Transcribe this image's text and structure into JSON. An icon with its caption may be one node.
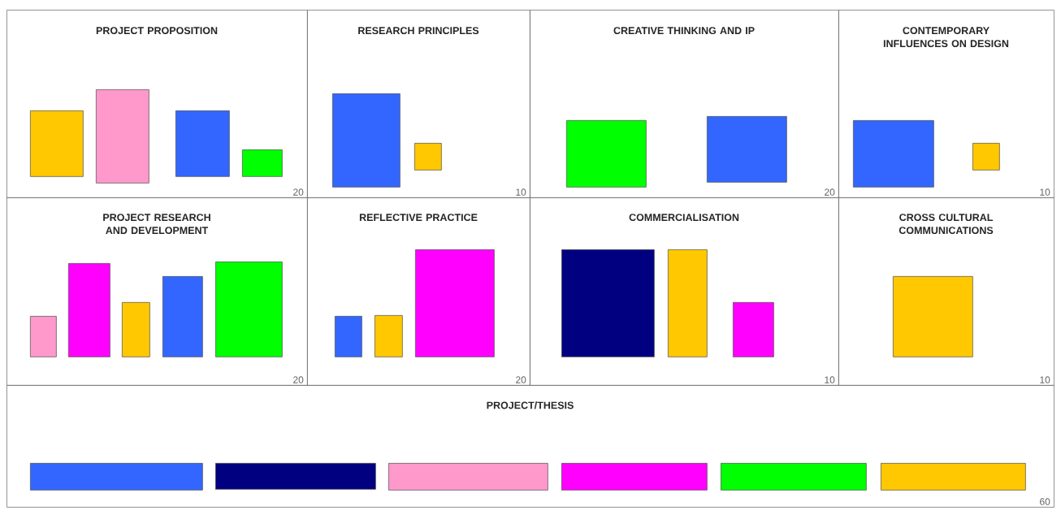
{
  "diagram": {
    "nodes": [
      {
        "text": [
          "PROJECT PROPOSITION",
          "20"
        ]
      },
      {
        "text": [],
        "shape": "box",
        "in": 0
      },
      {
        "text": [],
        "shape": "box",
        "in": 0
      },
      {
        "text": [],
        "shape": "box",
        "in": 0
      },
      {
        "text": [],
        "shape": "box",
        "in": 0
      },
      {
        "text": [
          "RESEARCH PRINCIPLES",
          "10"
        ]
      },
      {
        "text": [],
        "shape": "box",
        "in": 5
      },
      {
        "text": [],
        "shape": "box",
        "in": 5
      },
      {
        "text": [
          "CREATIVE THINKING AND IP",
          "20"
        ]
      },
      {
        "text": [],
        "shape": "box",
        "in": 8
      },
      {
        "text": [],
        "shape": "box",
        "in": 8
      },
      {
        "text": [
          "CONTEMPORARY INFLUENCES ON DESIGN",
          "10"
        ]
      },
      {
        "text": [],
        "shape": "box",
        "in": 11
      },
      {
        "text": [],
        "shape": "box",
        "in": 11
      },
      {
        "text": [
          "PROJECT RESEARCH AND DEVELOPMENT",
          "20"
        ]
      },
      {
        "text": [],
        "shape": "box",
        "in": 14
      },
      {
        "text": [],
        "shape": "box",
        "in": 14
      },
      {
        "text": [],
        "shape": "box",
        "in": 14
      },
      {
        "text": [],
        "shape": "box",
        "in": 14
      },
      {
        "text": [],
        "shape": "box",
        "in": 14
      },
      {
        "text": [
          "REFLECTIVE PRACTICE",
          "20"
        ]
      },
      {
        "text": [],
        "shape": "box",
        "in": 20
      },
      {
        "text": [],
        "shape": "box",
        "in": 20
      },
      {
        "text": [],
        "shape": "box",
        "in": 20
      },
      {
        "text": [
          "COMMERCIALISATION",
          "10"
        ]
      },
      {
        "text": [],
        "shape": "box",
        "in": 24
      },
      {
        "text": [],
        "shape": "box",
        "in": 24
      },
      {
        "text": [],
        "shape": "box",
        "in": 24
      },
      {
        "text": [
          "CROSS CULTURAL COMMUNICATIONS",
          "10"
        ]
      },
      {
        "text": [],
        "shape": "box",
        "in": 28
      },
      {
        "text": [
          "PROJECT/THESIS",
          "60"
        ]
      },
      {
        "text": [],
        "shape": "box",
        "in": 30
      },
      {
        "text": [],
        "shape": "box",
        "in": 30
      },
      {
        "text": [],
        "shape": "box",
        "in": 30
      },
      {
        "text": [],
        "shape": "box",
        "in": 30
      },
      {
        "text": [],
        "shape": "box",
        "in": 30
      },
      {
        "text": [],
        "shape": "box",
        "in": 30
      }
    ]
  }
}
